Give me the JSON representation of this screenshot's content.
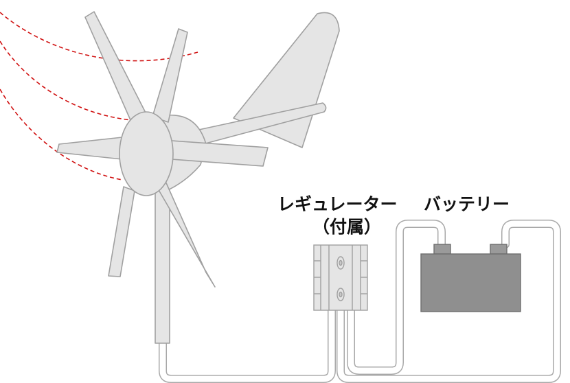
{
  "labels": {
    "regulator": "レギュレーター",
    "regulator_note": "（付属）",
    "battery": "バッテリー"
  },
  "colors": {
    "part_fill": "#e5e5e5",
    "part_stroke": "#a0a0a0",
    "battery_fill": "#8f8f8f",
    "battery_stroke": "#6e6e6e",
    "wind_lines": "#d01010",
    "cable_stroke": "#a8a8a8",
    "label_text": "#111111"
  },
  "icons": {
    "turbine": "wind-turbine-icon",
    "regulator": "regulator-box-icon",
    "battery": "battery-icon",
    "wind": "wind-lines-icon"
  }
}
